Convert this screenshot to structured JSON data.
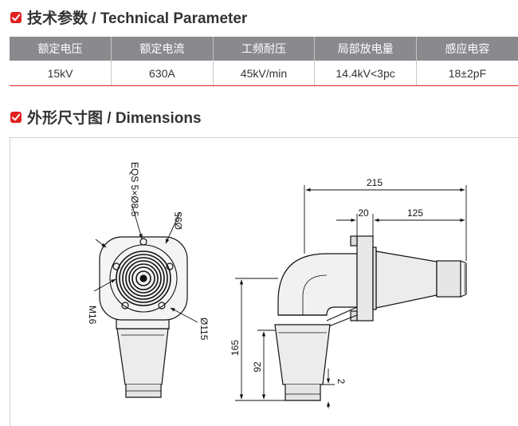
{
  "sections": {
    "params_title": "技术参数 / Technical Parameter",
    "dims_title": "外形尺寸图 / Dimensions"
  },
  "table": {
    "headers": [
      "额定电压",
      "额定电流",
      "工频耐压",
      "局部放电量",
      "感应电容"
    ],
    "row": [
      "15kV",
      "630A",
      "45kV/min",
      "14.4kV<3pc",
      "18±2pF"
    ]
  },
  "drawing": {
    "labels": {
      "eqs": "EQS 5×Ø8.5",
      "d95": "Ø95",
      "m16": "M16",
      "d115": "Ø115",
      "d215": "215",
      "d20": "20",
      "d125": "125",
      "d165": "165",
      "d92": "92",
      "d2": "2"
    }
  },
  "colors": {
    "accent": "#e02020",
    "header_bg": "#8a8a8e"
  },
  "icons": {
    "section": "red-check-badge-icon"
  }
}
